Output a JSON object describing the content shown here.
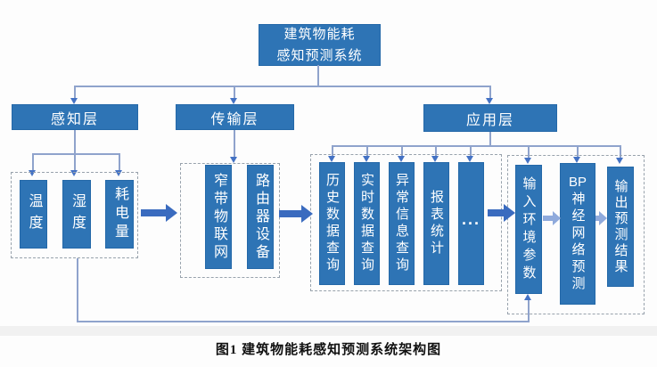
{
  "root": {
    "line1": "建筑物能耗",
    "line2": "感知预测系统"
  },
  "layers": {
    "perception": "感知层",
    "transmission": "传输层",
    "application": "应用层"
  },
  "perception": {
    "items": [
      "温度",
      "湿度",
      "耗电量"
    ]
  },
  "transmission": {
    "items": [
      "窄带物联网",
      "路由器设备"
    ]
  },
  "application": {
    "items": [
      "历史数据查询",
      "实时数据查询",
      "异常信息查询",
      "报表统计",
      "···"
    ]
  },
  "prediction": {
    "input": "输入环境参数",
    "bp_prefix": "BP",
    "bp_suffix": "神经网络预测",
    "output": "输出预测结果"
  },
  "caption": "图1 建筑物能耗感知预测系统架构图",
  "colors": {
    "box_blue": "#2e74b5",
    "line_blue": "#8fa3cc",
    "arrowhead_blue": "#4472c4",
    "flow_arrow_blue": "#3a6bbf",
    "light_arrow_blue": "#8faadc",
    "dash_gray": "#98a2ac"
  }
}
